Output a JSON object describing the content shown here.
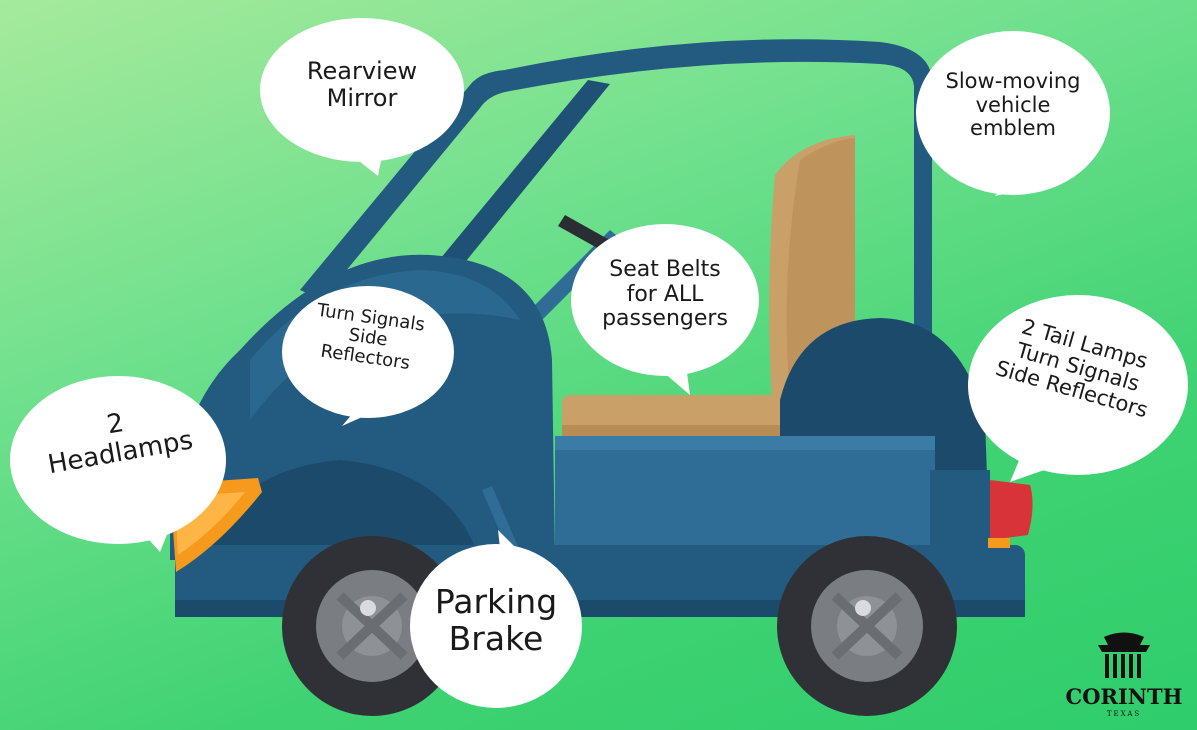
{
  "colors": {
    "body": "#235a80",
    "body_dark": "#1c4a6b",
    "body_light": "#2f6d96",
    "seat": "#c9a068",
    "tire": "#2f3136",
    "headlamp": "#f59a1c",
    "taillamp": "#d9333a",
    "bubble": "#ffffff"
  },
  "callouts": {
    "rearview_mirror": [
      "Rearview",
      "Mirror"
    ],
    "slow_moving": [
      "Slow-moving",
      "vehicle",
      "emblem"
    ],
    "seat_belts": [
      "Seat Belts",
      "for ALL",
      "passengers"
    ],
    "front_signals": [
      "Turn Signals",
      "Side",
      "Reflectors"
    ],
    "rear_lamps": [
      "2 Tail Lamps",
      "Turn Signals",
      "Side Reflectors"
    ],
    "headlamps": [
      "2",
      "Headlamps"
    ],
    "parking_brake": [
      "Parking",
      "Brake"
    ]
  },
  "logo": {
    "name": "CORINTH",
    "sub": "TEXAS"
  }
}
